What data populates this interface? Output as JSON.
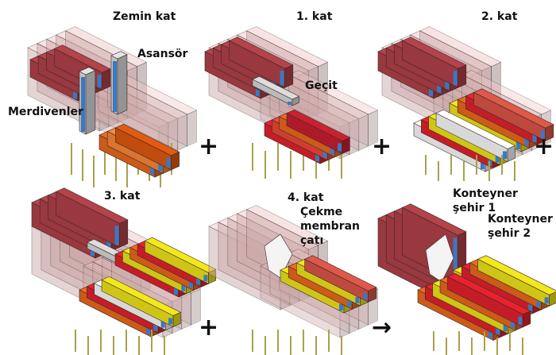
{
  "panels": [
    {
      "title": "Zemin kat",
      "labels": {
        "elevator": "Asansör",
        "stairs": "Merdivenler"
      }
    },
    {
      "title": "1. kat",
      "labels": {
        "bridge": "Geçit"
      }
    },
    {
      "title": "2. kat"
    },
    {
      "title": "3. kat"
    },
    {
      "title": "4. kat",
      "labels": {
        "roof_line1": "Çekme",
        "roof_line2": "membran",
        "roof_line3": "çatı"
      }
    },
    {
      "title": "",
      "labels": {
        "city1_line1": "Konteyner",
        "city1_line2": "şehir 1",
        "city2_line1": "Konteyner",
        "city2_line2": "şehir 2"
      }
    }
  ],
  "operators": [
    "+",
    "+",
    "+",
    "+",
    "→"
  ],
  "colors": {
    "brick": "#b5434a",
    "orange": "#f06a1e",
    "red": "#e8232e",
    "yellow": "#f3e81a",
    "ghost": "#f2c8c8",
    "column": "#a8a14a",
    "window": "#3a78c2"
  }
}
